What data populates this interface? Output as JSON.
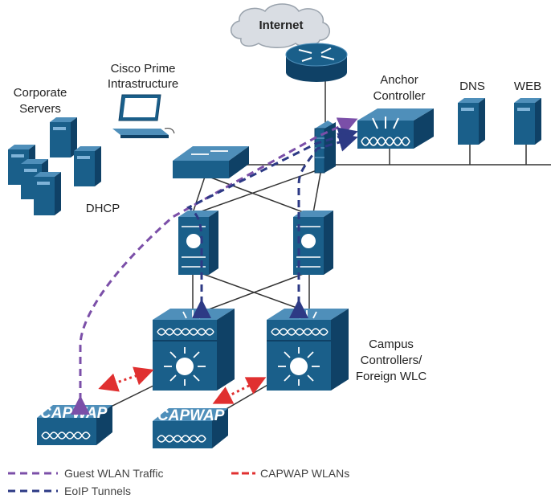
{
  "labels": {
    "internet": "Internet",
    "cisco_prime": [
      "Cisco Prime",
      "Intrastructure"
    ],
    "corporate_servers": [
      "Corporate",
      "Servers"
    ],
    "dhcp": "DHCP",
    "anchor_controller": [
      "Anchor",
      "Controller"
    ],
    "dns": "DNS",
    "web": "WEB",
    "campus_controllers": [
      "Campus",
      "Controllers/",
      "Foreign WLC"
    ],
    "ap_text": "CAPWAP"
  },
  "legend": {
    "guest": "Guest WLAN Traffic",
    "capwap": "CAPWAP  WLANs",
    "eoip": "EoIP Tunnels"
  },
  "colors": {
    "device_fill": "#1a5f8a",
    "device_dark": "#0f4166",
    "device_top": "#4f8fba",
    "guest_line": "#7b4fa8",
    "eoip_line": "#2d3a85",
    "capwap_line": "#e03030",
    "cloud": "#d9dde3"
  },
  "icons": [
    "cloud-icon",
    "router-icon",
    "firewall-icon",
    "switch-icon",
    "wlc-icon",
    "server-icon",
    "workstation-icon",
    "access-point-icon"
  ]
}
